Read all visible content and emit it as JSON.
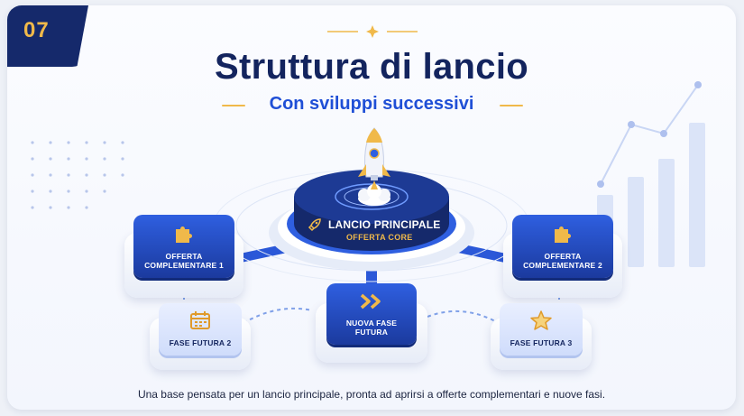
{
  "slide": {
    "number": "07",
    "title": "Struttura di lancio",
    "subtitle": "Con sviluppi successivi",
    "caption": "Una base pensata per un lancio principale, pronta ad aprirsi a offerte complementari e nuove fasi."
  },
  "central": {
    "title": "LANCIO PRINCIPALE",
    "subtitle": "OFFERTA CORE",
    "icon": "rocket-icon"
  },
  "nodes": {
    "offer1": {
      "line1": "OFFERTA",
      "line2": "COMPLEMENTARE 1",
      "icon": "puzzle-icon"
    },
    "offer2": {
      "line1": "OFFERTA",
      "line2": "COMPLEMENTARE 2",
      "icon": "puzzle-icon"
    },
    "new_phase": {
      "line1": "NUOVA FASE",
      "line2": "FUTURA",
      "icon": "double-chevron-icon"
    },
    "future2": {
      "label": "FASE FUTURA 2",
      "icon": "calendar-icon"
    },
    "future3": {
      "label": "FASE FUTURA 3",
      "icon": "star-icon"
    }
  },
  "colors": {
    "navy": "#13245e",
    "blue": "#1f4fd6",
    "gold": "#f0b94a",
    "light_blue": "#cfdcfb"
  }
}
